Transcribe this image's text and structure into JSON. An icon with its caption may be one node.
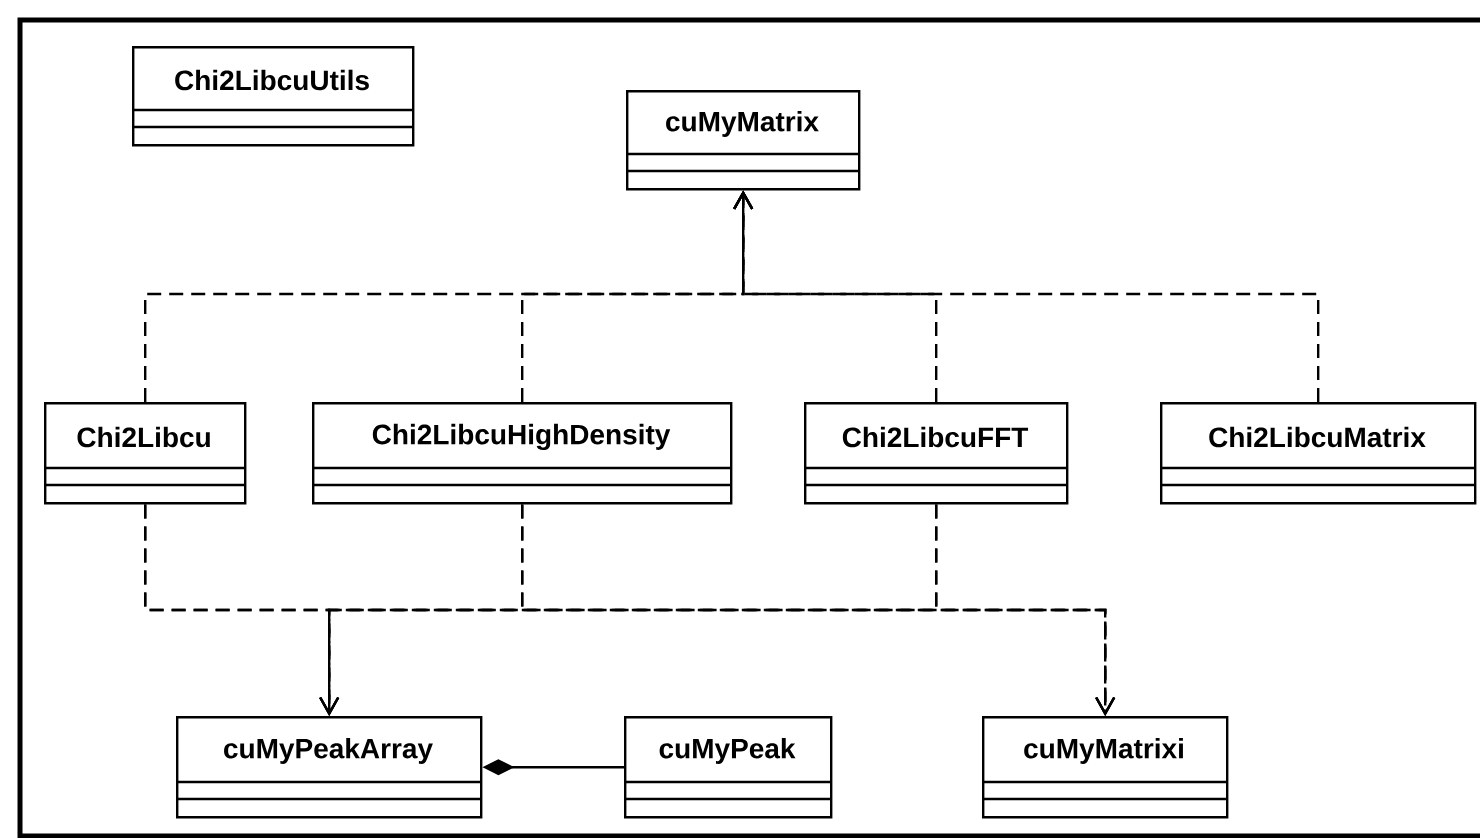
{
  "diagram": {
    "nodes": [
      {
        "text": [
          "Chi2LibcuUtils"
        ]
      },
      {
        "text": [
          "cuMyMatrix"
        ]
      },
      {
        "text": [
          "Chi2Libcu"
        ]
      },
      {
        "text": [
          "Chi2LibcuHighDensity"
        ]
      },
      {
        "text": [
          "Chi2LibcuFFT"
        ]
      },
      {
        "text": [
          "Chi2LibcuMatrix"
        ]
      },
      {
        "text": [
          "cuMyPeakArray"
        ]
      },
      {
        "text": [
          "cuMyPeak"
        ]
      },
      {
        "text": [
          "cuMyMatrixi"
        ]
      }
    ],
    "edges": [
      {
        "from": 2,
        "to": 1,
        "arrow": "to",
        "style": "dashed"
      },
      {
        "from": 3,
        "to": 1,
        "arrow": "to",
        "style": "dashed"
      },
      {
        "from": 4,
        "to": 1,
        "arrow": "to",
        "style": "dashed"
      },
      {
        "from": 5,
        "to": 1,
        "arrow": "to",
        "style": "dashed"
      },
      {
        "from": 2,
        "to": 6,
        "arrow": "to",
        "style": "dashed"
      },
      {
        "from": 3,
        "to": 6,
        "arrow": "to",
        "style": "dashed"
      },
      {
        "from": 4,
        "to": 6,
        "arrow": "to",
        "style": "dashed"
      },
      {
        "from": 2,
        "to": 8,
        "arrow": "to",
        "style": "dashed"
      },
      {
        "from": 3,
        "to": 8,
        "arrow": "to",
        "style": "dashed"
      },
      {
        "from": 4,
        "to": 8,
        "arrow": "to",
        "style": "dashed"
      },
      {
        "from": 7,
        "to": 6,
        "arrow": "other"
      }
    ]
  }
}
